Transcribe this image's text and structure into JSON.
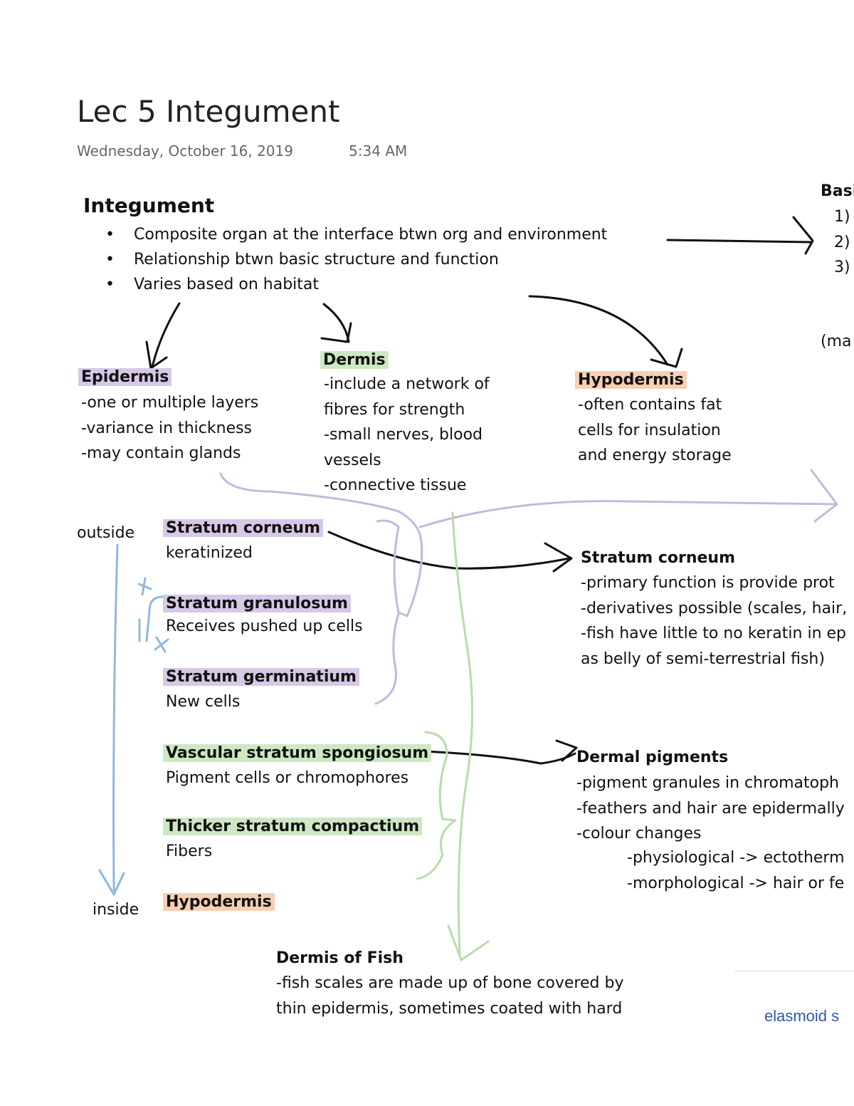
{
  "page": {
    "title": "Lec 5 Integument",
    "date": "Wednesday, October 16, 2019",
    "time": "5:34 AM"
  },
  "integument": {
    "heading": "Integument",
    "bullets": [
      "Composite organ at the interface btwn org and environment",
      "Relationship btwn basic structure and function",
      "Varies based on habitat"
    ]
  },
  "right_edge": {
    "heading_partial": "Basi",
    "items": [
      "1)",
      "2)",
      "3)"
    ],
    "note_partial": "(ma"
  },
  "epidermis": {
    "heading": "Epidermis",
    "lines": [
      "-one or multiple layers",
      "-variance in thickness",
      "-may contain glands"
    ]
  },
  "dermis": {
    "heading": "Dermis",
    "lines": [
      "-include a network of",
      "fibres for strength",
      "-small nerves, blood",
      "vessels",
      "-connective tissue"
    ]
  },
  "hypodermis": {
    "heading": "Hypodermis",
    "lines": [
      "-often contains fat",
      "cells for insulation",
      "and energy storage"
    ]
  },
  "layers": {
    "outside_label": "outside",
    "inside_label": "inside",
    "items": [
      {
        "name": "Stratum corneum",
        "desc": "keratinized"
      },
      {
        "name": "Stratum granulosum",
        "desc": "Receives pushed up cells"
      },
      {
        "name": "Stratum germinatium",
        "desc": "New cells"
      },
      {
        "name": "Vascular stratum spongiosum",
        "desc": "Pigment cells or chromophores"
      },
      {
        "name": "Thicker stratum compactium",
        "desc": "Fibers"
      },
      {
        "name": "Hypodermis",
        "desc": ""
      }
    ]
  },
  "stratum_corneum_note": {
    "heading": "Stratum corneum",
    "lines": [
      "-primary function is provide prot",
      "-derivatives possible (scales, hair,",
      "-fish have little to no keratin in ep",
      "as belly of semi-terrestrial fish)"
    ]
  },
  "dermal_pigments": {
    "heading": "Dermal pigments",
    "lines": [
      "-pigment granules in chromatoph",
      "-feathers and hair are epidermally",
      "-colour changes"
    ],
    "sub_lines": [
      "-physiological -> ectotherm",
      "-morphological -> hair or fe"
    ]
  },
  "dermis_fish": {
    "heading": "Dermis of Fish",
    "lines": [
      "-fish scales are made up of bone covered by",
      "thin epidermis, sometimes coated with hard"
    ]
  },
  "clipped_link": "elasmoid s",
  "colors": {
    "ink_black": "#111111",
    "ink_purple": "#c7b6dc",
    "ink_green": "#b9dcab",
    "ink_blue": "#8fb8de",
    "highlight_purple": "#d6c8e6",
    "highlight_green": "#cde8c3",
    "highlight_orange": "#f8cfb3"
  }
}
